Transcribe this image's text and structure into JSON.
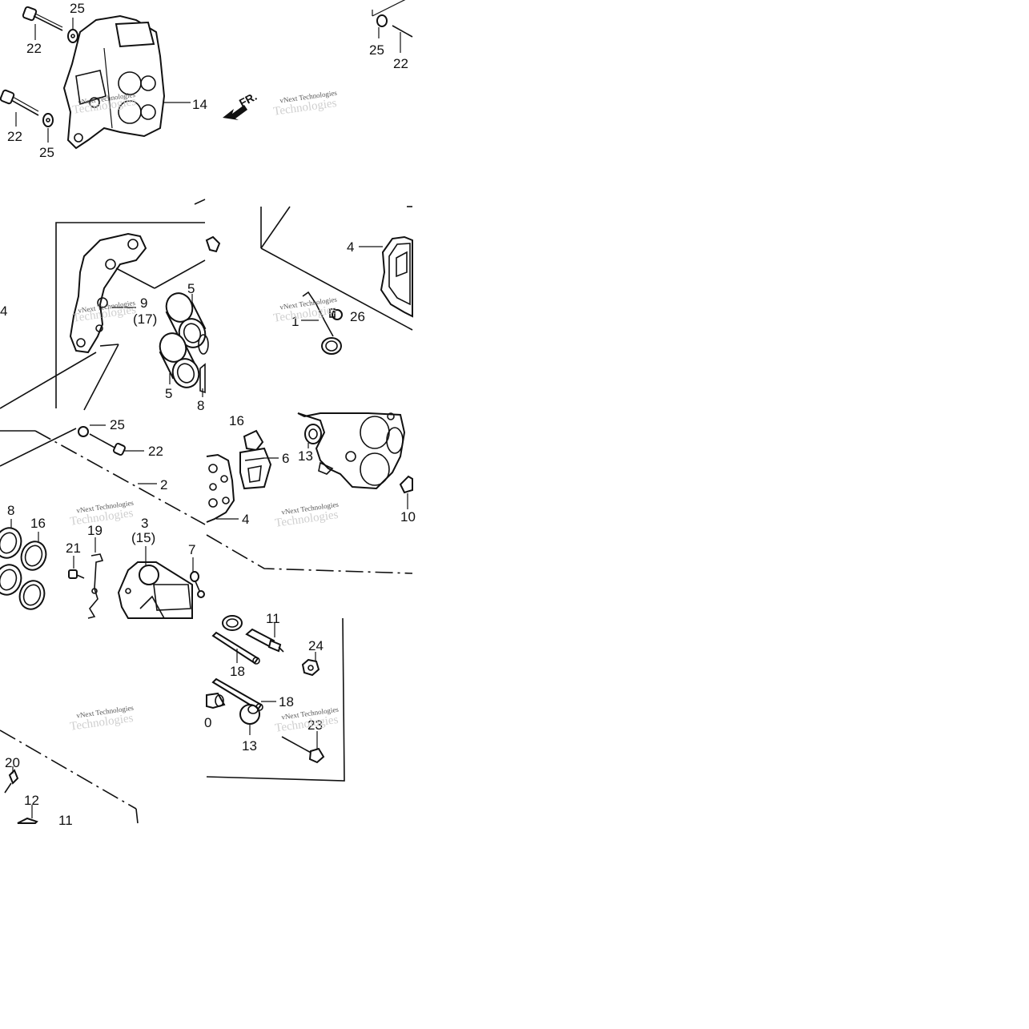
{
  "diagram": {
    "direction_marker": "FR.",
    "watermark": "vNext Technologies",
    "watermark_faded": "Technologies",
    "labels": {
      "l25a": "25",
      "l22a": "22",
      "l22b": "22",
      "l25b": "25",
      "l14": "14",
      "l25c": "25",
      "l22c": "22",
      "l4a": "4",
      "l5a": "5",
      "l9": "9",
      "l17": "(17)",
      "l5b": "5",
      "l8a": "8",
      "l4b": "4",
      "l26": "26",
      "l1": "1",
      "l25d": "25",
      "l22d": "22",
      "l2": "2",
      "l16a": "16",
      "l6": "6",
      "l13a": "13",
      "l4c": "4",
      "l10": "10",
      "l8b": "8",
      "l16b": "16",
      "l19": "19",
      "l21": "21",
      "l3": "3",
      "l15": "(15)",
      "l7": "7",
      "l11a": "11",
      "l24": "24",
      "l18a": "18",
      "l18b": "18",
      "l13b": "13",
      "l23": "23",
      "l0": "0",
      "l20": "20",
      "l12": "12",
      "l11b": "11"
    }
  }
}
